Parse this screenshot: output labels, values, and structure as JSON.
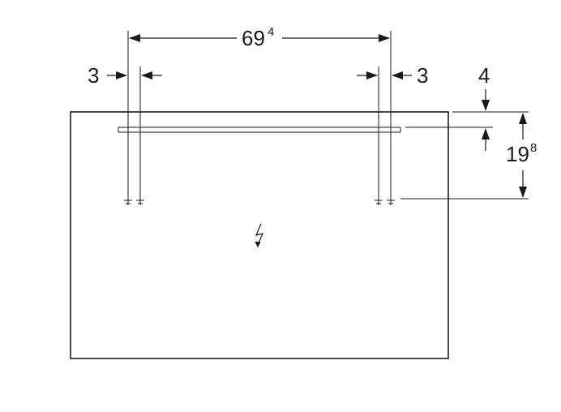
{
  "dimensions": {
    "overall_width": {
      "main": "69",
      "sup": "4"
    },
    "left_offset": "3",
    "right_offset": "3",
    "top_offset": "4",
    "height": {
      "main": "19",
      "sup": "8"
    }
  },
  "icons": {
    "electrical_symbol": "lightning-icon",
    "fixing_points": "wall-fixing-icon"
  },
  "colors": {
    "line": "#1a1a1a"
  }
}
